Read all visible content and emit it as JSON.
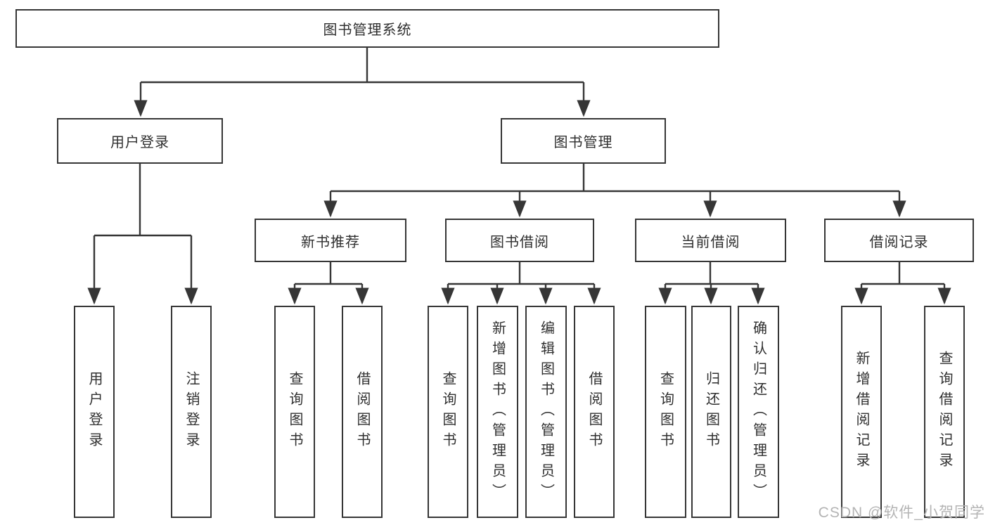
{
  "tree": {
    "label": "图书管理系统",
    "children": [
      {
        "label": "用户登录",
        "children": [
          {
            "label": "用户登录"
          },
          {
            "label": "注销登录"
          }
        ]
      },
      {
        "label": "图书管理",
        "children": [
          {
            "label": "新书推荐",
            "children": [
              {
                "label": "查询图书"
              },
              {
                "label": "借阅图书"
              }
            ]
          },
          {
            "label": "图书借阅",
            "children": [
              {
                "label": "查询图书"
              },
              {
                "label": "新增图书（管理员）"
              },
              {
                "label": "编辑图书（管理员）"
              },
              {
                "label": "借阅图书"
              }
            ]
          },
          {
            "label": "当前借阅",
            "children": [
              {
                "label": "查询图书"
              },
              {
                "label": "归还图书"
              },
              {
                "label": "确认归还（管理员）"
              }
            ]
          },
          {
            "label": "借阅记录",
            "children": [
              {
                "label": "新增借阅记录"
              },
              {
                "label": "查询借阅记录"
              }
            ]
          }
        ]
      }
    ]
  },
  "watermark": "CSDN @软件_小贺同学",
  "colors": {
    "line": "#363636",
    "box_border": "#363636",
    "text": "#2f2f2f",
    "background": "#ffffff",
    "watermark": "#b4b4b4"
  }
}
